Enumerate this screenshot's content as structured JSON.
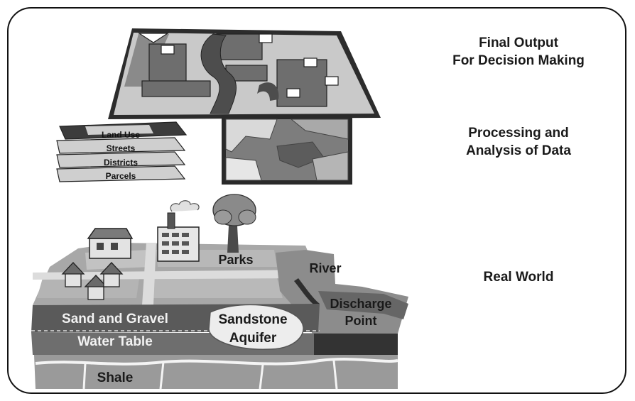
{
  "labels": {
    "final_output_line1": "Final Output",
    "final_output_line2": "For Decision Making",
    "processing_line1": "Processing and",
    "processing_line2": "Analysis of Data",
    "real_world": "Real World"
  },
  "layers": {
    "land_use": "Land Use",
    "streets": "Streets",
    "districts": "Districts",
    "parcels": "Parcels"
  },
  "scene": {
    "parks": "Parks",
    "river": "River",
    "discharge_line1": "Discharge",
    "discharge_line2": "Point",
    "sand_gravel": "Sand and Gravel",
    "water_table": "Water Table",
    "sandstone": "Sandstone",
    "aquifer": "Aquifer",
    "shale": "Shale"
  }
}
